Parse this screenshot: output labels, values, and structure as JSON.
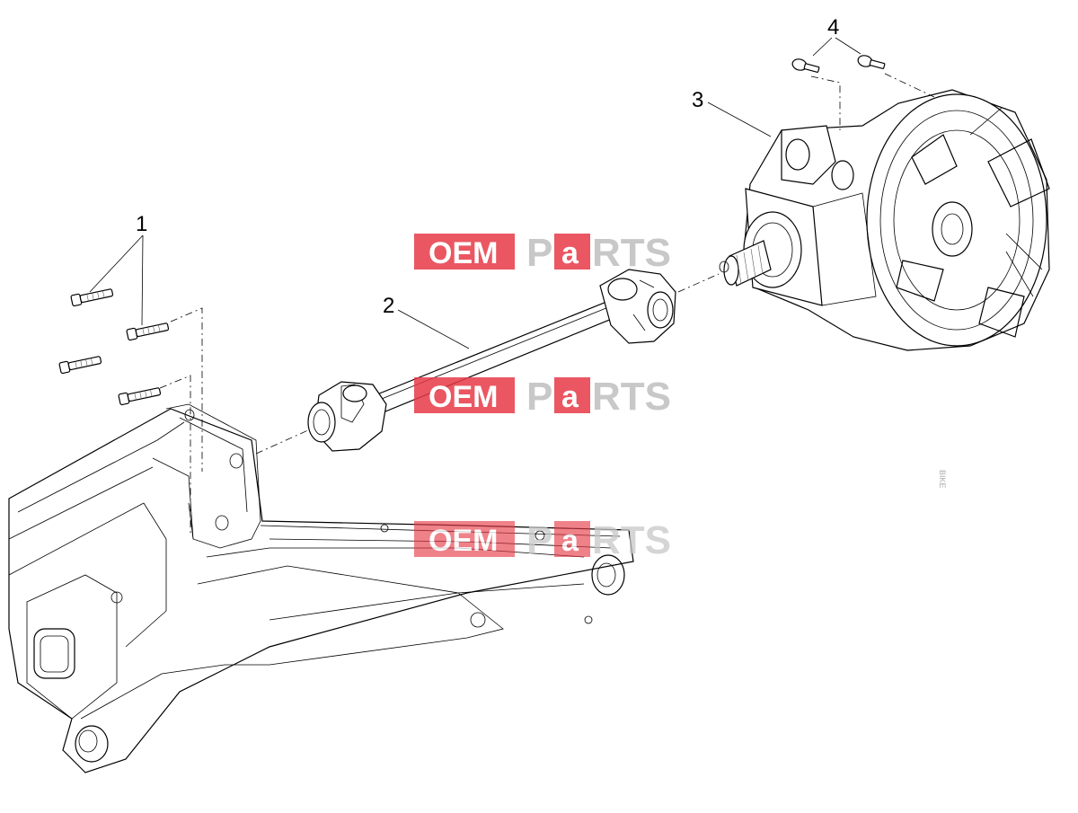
{
  "callouts": [
    {
      "id": "callout-1",
      "label": "1"
    },
    {
      "id": "callout-2",
      "label": "2"
    },
    {
      "id": "callout-3",
      "label": "3"
    },
    {
      "id": "callout-4",
      "label": "4"
    }
  ],
  "watermark": {
    "oem": "OEM",
    "bike": "BIKE",
    "p": "P",
    "a": "a",
    "rts": "RTS",
    "red": "#e63946",
    "grey": "#c8c8c8"
  }
}
